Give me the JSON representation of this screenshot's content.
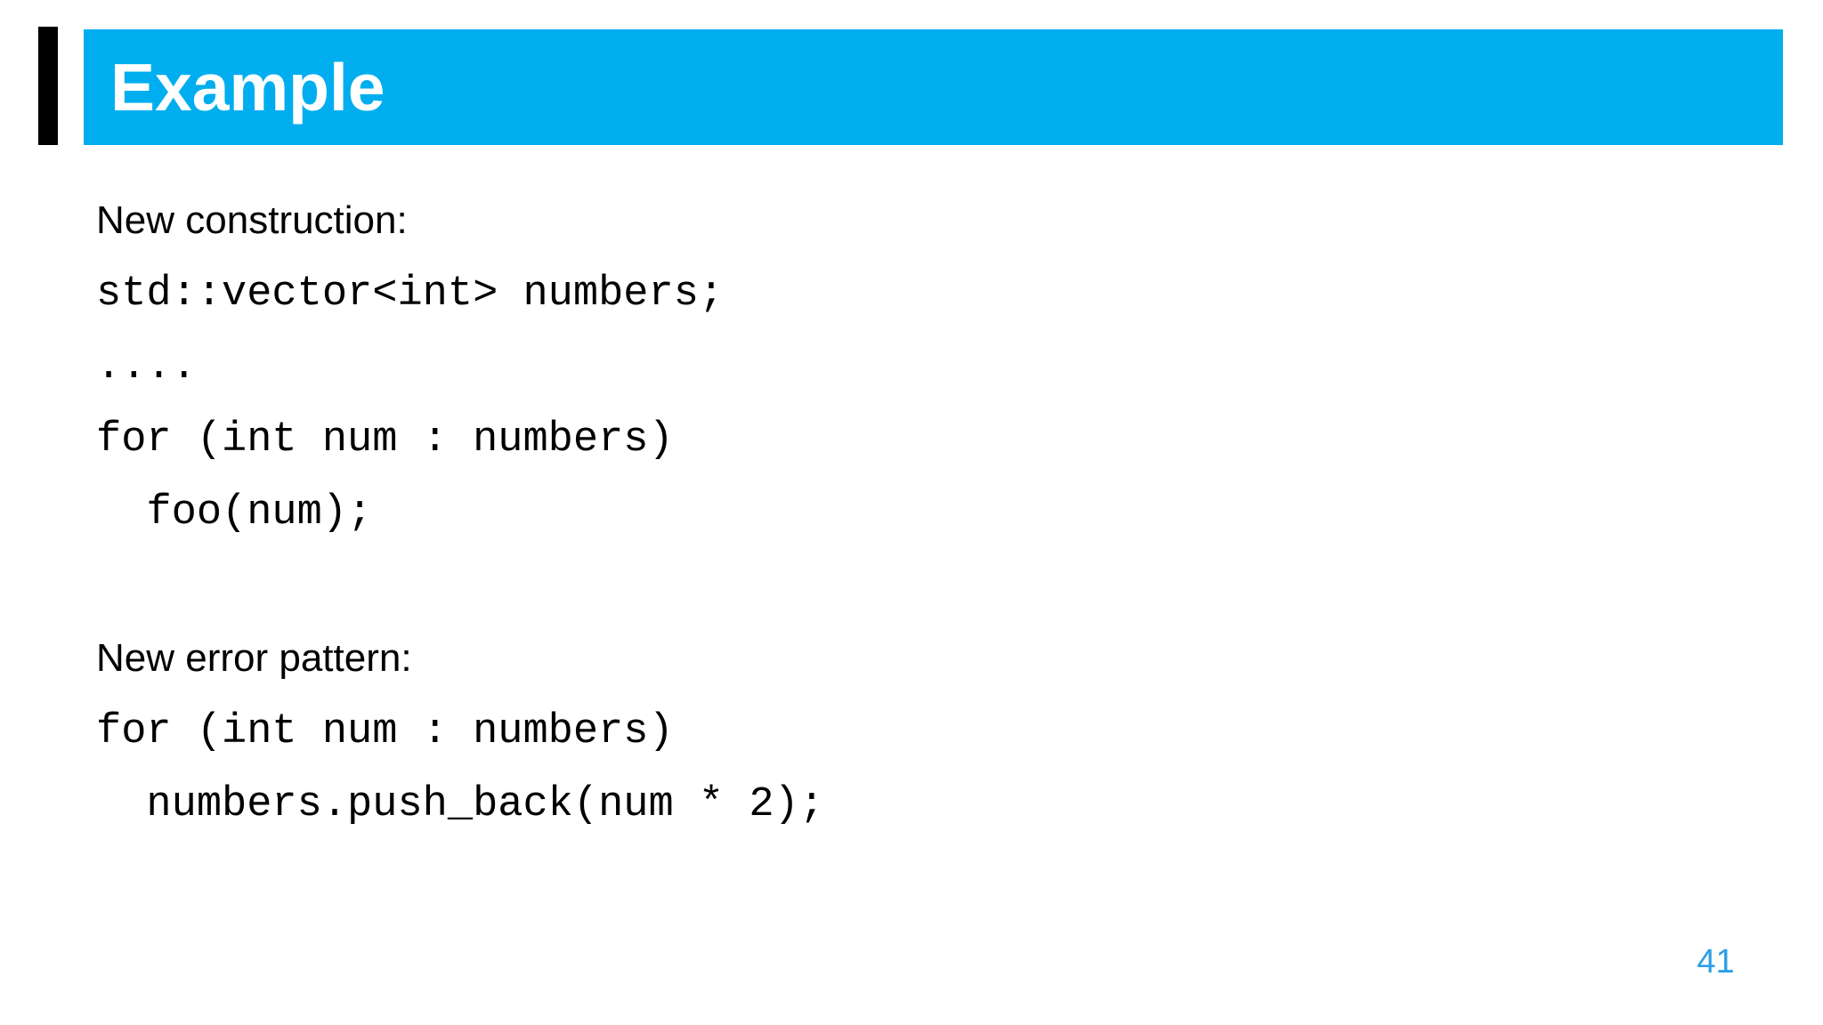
{
  "slide": {
    "title": "Example",
    "page_number": "41",
    "colors": {
      "header_background": "#00AEEF",
      "header_text": "#FFFFFF",
      "accent_bar": "#000000",
      "body_text": "#000000",
      "page_number_text": "#2E9EE7"
    },
    "content": {
      "lines": [
        {
          "type": "label",
          "text": "New construction:"
        },
        {
          "type": "code",
          "text": "std::vector<int> numbers;"
        },
        {
          "type": "code",
          "text": "...."
        },
        {
          "type": "code",
          "text": "for (int num : numbers)"
        },
        {
          "type": "code",
          "text": "  foo(num);"
        },
        {
          "type": "spacer",
          "text": ""
        },
        {
          "type": "label",
          "text": "New error pattern:"
        },
        {
          "type": "code",
          "text": "for (int num : numbers)"
        },
        {
          "type": "code",
          "text": "  numbers.push_back(num * 2);"
        }
      ]
    }
  }
}
